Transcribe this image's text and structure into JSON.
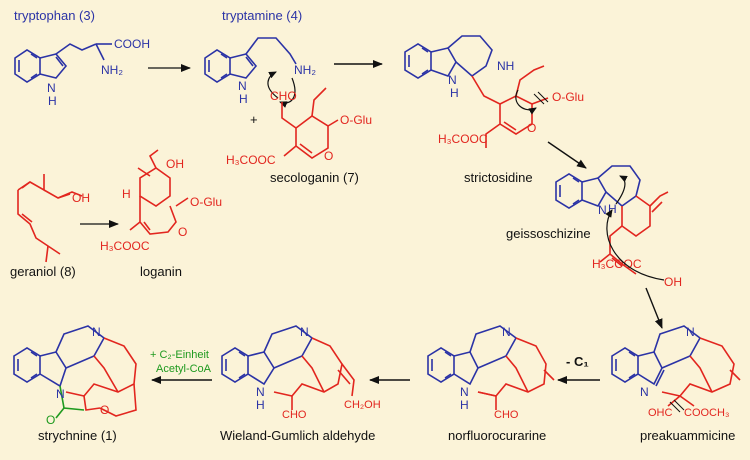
{
  "colors": {
    "background": "#fbf3d8",
    "indole_blue": "#2b33a6",
    "terpene_red": "#e2261f",
    "added_green": "#1f9a1f",
    "label_text": "#111111",
    "arrow": "#111111"
  },
  "labels": {
    "tryptophan": "tryptophan (3)",
    "tryptamine": "tryptamine (4)",
    "secologanin": "secologanin (7)",
    "strictosidine": "strictosidine",
    "geissoschizine": "geissoschizine",
    "geraniol": "geraniol (8)",
    "loganin": "loganin",
    "strychnine": "strychnine (1)",
    "wieland": "Wieland-Gumlich aldehyde",
    "norfluorocurarine": "norfluorocurarine",
    "preakuammicine": "preakuammicine"
  },
  "reagents": {
    "c2_line1": "+ C₂-Einheit",
    "c2_line2": "Acetyl-CoA",
    "minus_c1": "- C₁",
    "plus": "+"
  },
  "atoms": {
    "cooh": "COOH",
    "nh2": "NH₂",
    "nh2b": "NH₂",
    "nh": "N",
    "h": "H",
    "cho": "CHO",
    "oglu": "O-Glu",
    "h3cooc": "H₃COOC",
    "o": "O",
    "oh": "OH",
    "nh_generic": "NH",
    "n": "N",
    "ch2oh": "CH₂OH",
    "ohc": "OHC",
    "cooch3": "COOCH₃"
  }
}
